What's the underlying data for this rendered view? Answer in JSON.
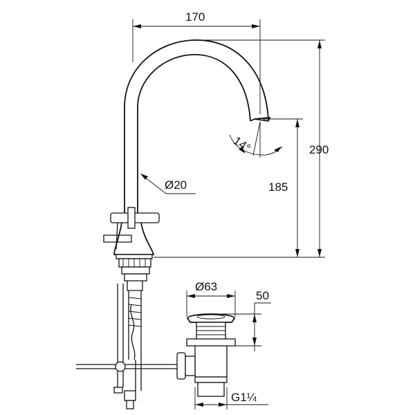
{
  "dimensions": {
    "spout_reach": "170",
    "total_height": "290",
    "spout_height": "185",
    "spout_angle": "14°",
    "spout_diameter": "Ø20",
    "drain_diameter": "Ø63",
    "drain_height": "50",
    "drain_thread": "G1¼"
  },
  "colors": {
    "line": "#111111",
    "background": "#ffffff"
  }
}
